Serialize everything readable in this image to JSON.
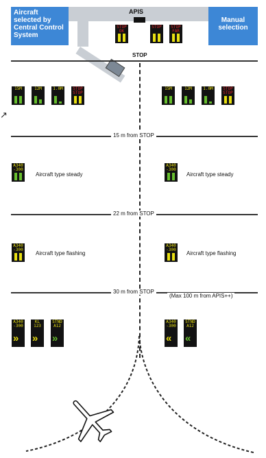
{
  "header": {
    "left_box": "Aircraft selected by Central Control System",
    "right_box": "Manual selection",
    "apis_label": "APIS",
    "stop_label": "STOP"
  },
  "colors": {
    "blue_box": "#3d87d6",
    "gate_gray": "#c9ced4",
    "display_bg": "#121212",
    "yellow": "#e9e012",
    "green": "#67bf2e",
    "red": "#e0262b"
  },
  "distances": {
    "d15": "15 m from STOP",
    "d22": "22 m from STOP",
    "d30": "30 m from STOP",
    "max_note": "(Max 100 m from APIS++)"
  },
  "labels": {
    "steady": "Aircraft type steady",
    "flashing": "Aircraft type flashing"
  },
  "displays": {
    "top_stop": "STOP\nOK",
    "top_stop2": "STOP\n",
    "top_stop3": "STOP\nFAR",
    "r15": "15M",
    "r12": "12M",
    "r1": "1.0M",
    "stop": "STOP\nSTOP",
    "type": "A340\n-300",
    "d1": "A340\n-300",
    "d2": "KL\n123",
    "d3": "STND\nA12"
  }
}
